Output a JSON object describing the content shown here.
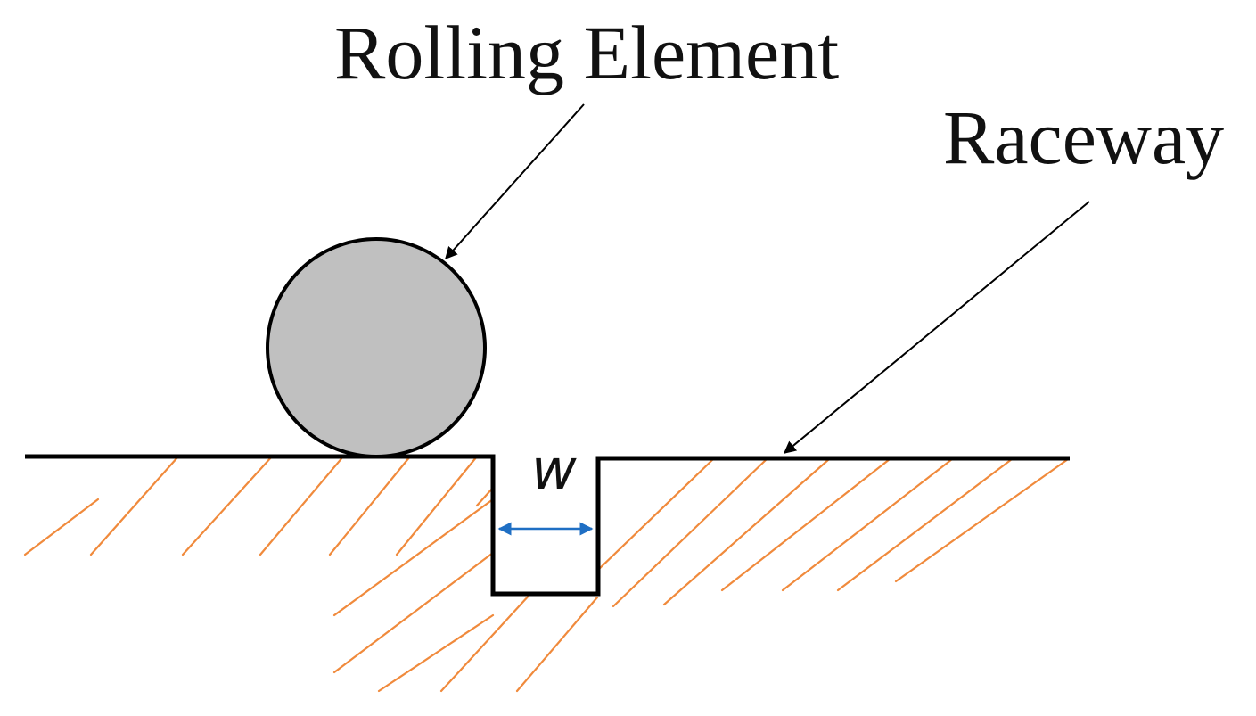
{
  "labels": {
    "rolling_element": "Rolling Element",
    "raceway": "Raceway",
    "width_symbol": "w"
  },
  "colors": {
    "hatch": "#f08a3c",
    "ball_fill": "#c0c0c0",
    "outline": "#000000",
    "dimension_arrow": "#1f6fc4"
  }
}
